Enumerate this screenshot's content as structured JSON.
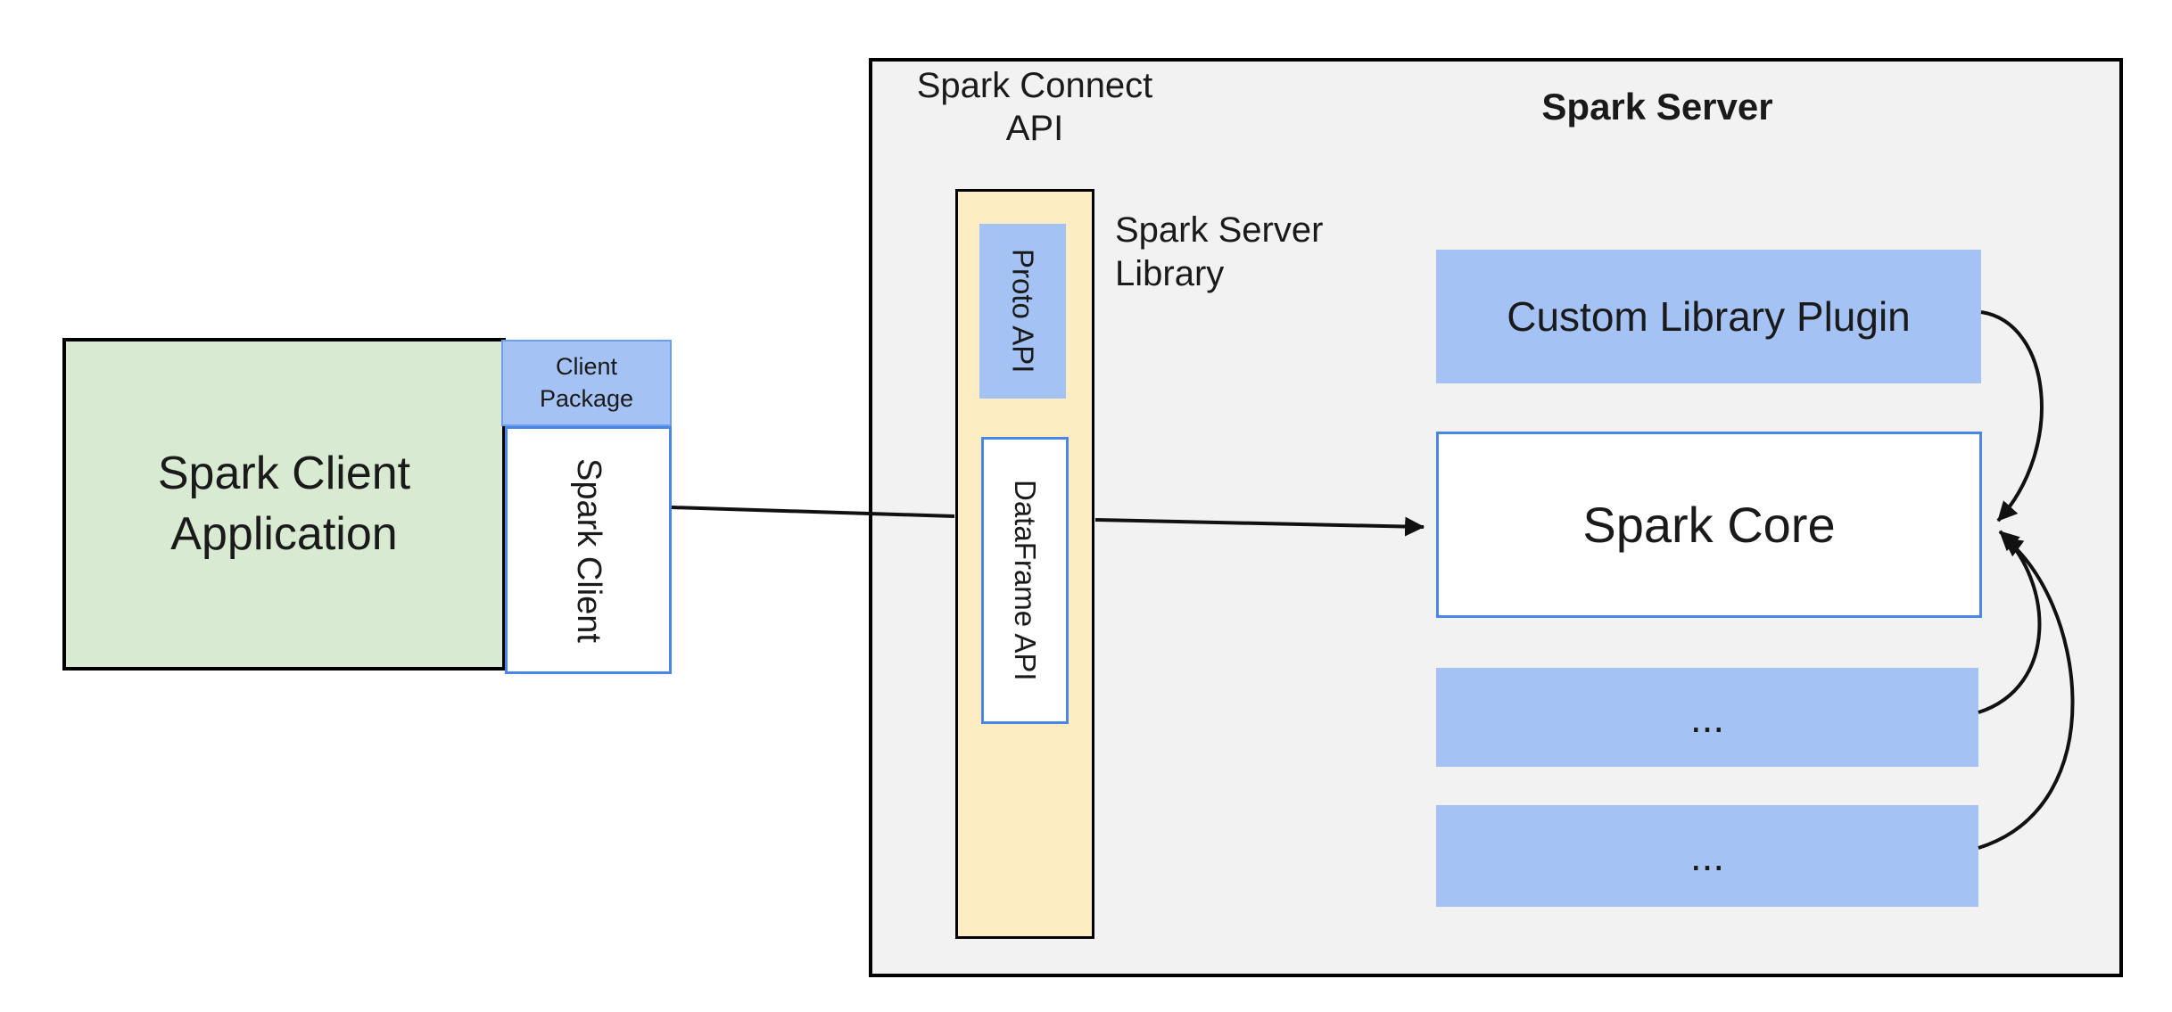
{
  "client": {
    "app_label": {
      "line1": "Spark Client",
      "line2": "Application"
    },
    "package_label": {
      "line1": "Client",
      "line2": "Package"
    },
    "spark_client_label": "Spark Client"
  },
  "connect": {
    "api_label": {
      "line1": "Spark Connect",
      "line2": "API"
    },
    "proto_api_label": "Proto API",
    "dataframe_api_label": "DataFrame API",
    "library_label": {
      "line1": "Spark Server",
      "line2": "Library"
    }
  },
  "server": {
    "title": "Spark Server",
    "plugin_label": "Custom Library Plugin",
    "core_label": "Spark Core",
    "more_boxes": [
      "...",
      "..."
    ]
  },
  "colors": {
    "green_fill": "#d9ead3",
    "blue_fill": "#a4c2f4",
    "blue_border": "#4a86e8",
    "package_border": "#6d9eeb",
    "yellow_fill": "#fdedc3",
    "gray_fill": "#f2f2f2",
    "outline": "#111111",
    "arrow": "#111111"
  }
}
